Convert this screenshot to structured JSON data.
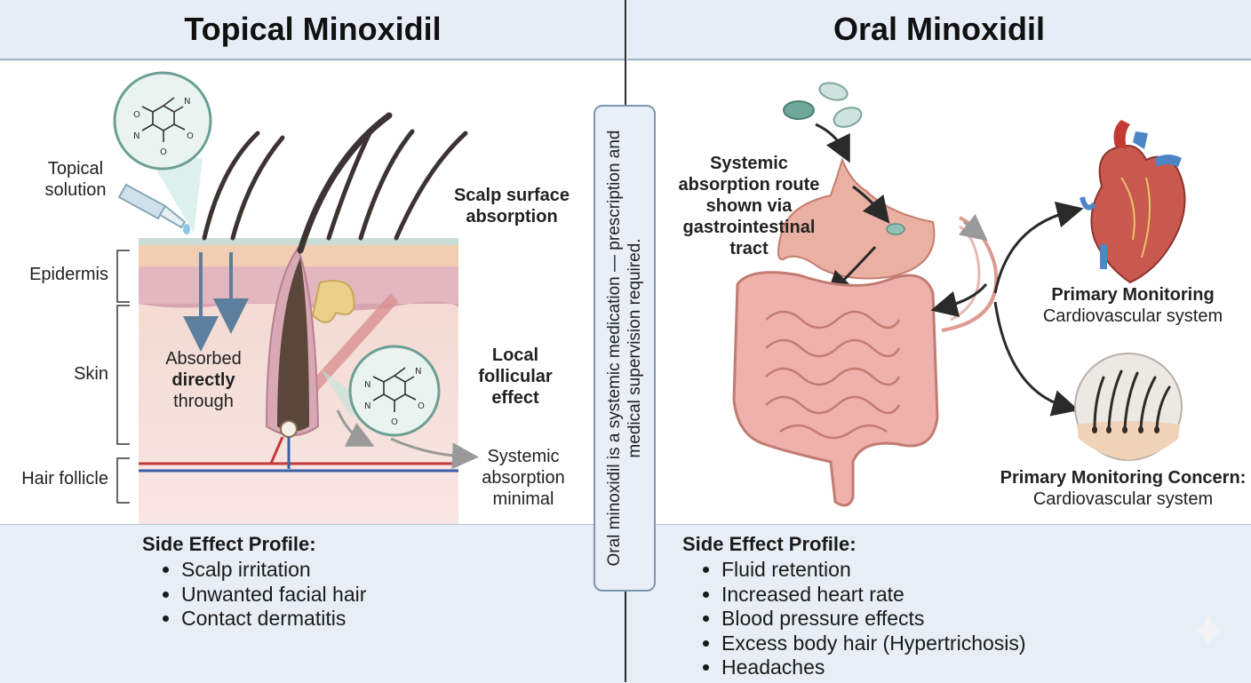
{
  "topical": {
    "title": "Topical Minoxidil",
    "solution_label": [
      "Topical",
      "solution"
    ],
    "layers": [
      "Epidermis",
      "Skin",
      "Hair follicle"
    ],
    "absorbed": [
      "Absorbed",
      "directly",
      "through"
    ],
    "scalp_surface": [
      "Scalp surface",
      "absorption"
    ],
    "local_effect": [
      "Local",
      "follicular",
      "effect"
    ],
    "systemic": [
      "Systemic",
      "absorption",
      "minimal"
    ],
    "side_effects_title": "Side Effect Profile:",
    "side_effects": [
      "Scalp irritation",
      "Unwanted facial hair",
      "Contact dermatitis"
    ]
  },
  "oral": {
    "title": "Oral Minoxidil",
    "route": [
      "Systemic",
      "absorption route",
      "shown via",
      "gastrointestinal",
      "tract"
    ],
    "heart_label_bold": "Primary Monitoring",
    "heart_label": "Cardiovascular system",
    "hair_label_bold": "Primary Monitoring Concern:",
    "hair_label": "Cardiovascular system",
    "side_effects_title": "Side Effect Profile:",
    "side_effects": [
      "Fluid retention",
      "Increased heart rate",
      "Blood pressure effects",
      "Excess body hair (Hypertrichosis)",
      "Headaches"
    ]
  },
  "note": "Oral minoxidil is a systemic medication — prescription and medical supervision required.",
  "colors": {
    "header_bg": "#e6edf6",
    "footer_bg": "#e8eef6",
    "skin": "#f4d9d6",
    "arrow": "#5b7f9c"
  }
}
